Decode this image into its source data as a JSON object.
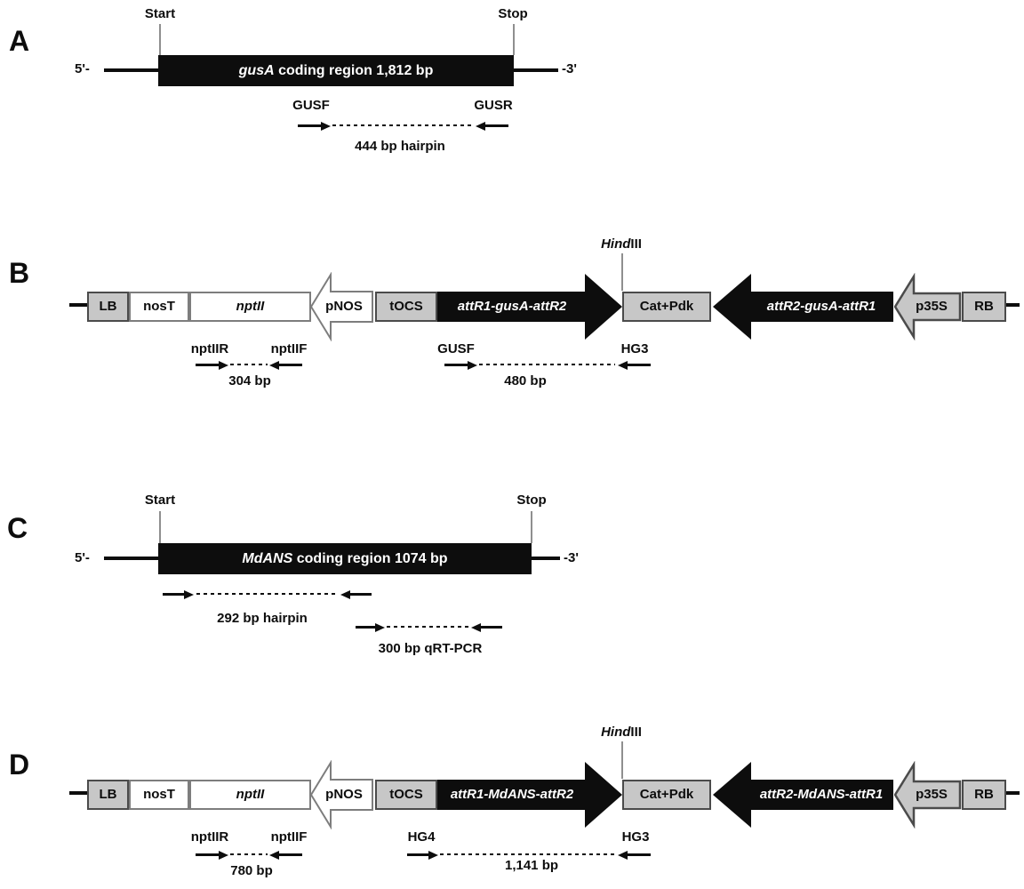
{
  "colors": {
    "ink": "#0d0d0d",
    "box_gray": "#c7c7c7",
    "box_border": "#4b4b4b",
    "white_border": "#7d7d7d",
    "tick_gray": "#8f8f8f"
  },
  "panels": {
    "A": {
      "letter": "A",
      "start": "Start",
      "stop": "Stop",
      "five_prime": "5'-",
      "three_prime": "-3'",
      "bar_gene": "gusA",
      "bar_rest": " coding region 1,812 bp",
      "primer_f": "GUSF",
      "primer_r": "GUSR",
      "amplicon": "444 bp hairpin"
    },
    "B": {
      "letter": "B",
      "enzyme_italic": "Hind",
      "enzyme_plain": "III",
      "lb": "LB",
      "nost": "nosT",
      "nptii": "nptII",
      "pnos": "pNOS",
      "tocs": "tOCS",
      "cassette_fwd": "attR1-gusA-attR2",
      "catpdk": "Cat+Pdk",
      "cassette_rev": "attR2-gusA-attR1",
      "p35s": "p35S",
      "rb": "RB",
      "nptii_r": "nptIIR",
      "nptii_f": "nptIIF",
      "nptii_size": "304 bp",
      "gene_f": "GUSF",
      "gene_r": "HG3",
      "gene_size": "480 bp"
    },
    "C": {
      "letter": "C",
      "start": "Start",
      "stop": "Stop",
      "five_prime": "5'-",
      "three_prime": "-3'",
      "bar_gene": "MdANS",
      "bar_rest": " coding region 1074 bp",
      "hairpin": "292 bp hairpin",
      "qrtpcr": "300 bp qRT-PCR"
    },
    "D": {
      "letter": "D",
      "enzyme_italic": "Hind",
      "enzyme_plain": "III",
      "lb": "LB",
      "nost": "nosT",
      "nptii": "nptII",
      "pnos": "pNOS",
      "tocs": "tOCS",
      "cassette_fwd": "attR1-MdANS-attR2",
      "catpdk": "Cat+Pdk",
      "cassette_rev": "attR2-MdANS-attR1",
      "p35s": "p35S",
      "rb": "RB",
      "nptii_r": "nptIIR",
      "nptii_f": "nptIIF",
      "nptii_size": "780 bp",
      "gene_f": "HG4",
      "gene_r": "HG3",
      "gene_size": "1,141 bp"
    }
  }
}
